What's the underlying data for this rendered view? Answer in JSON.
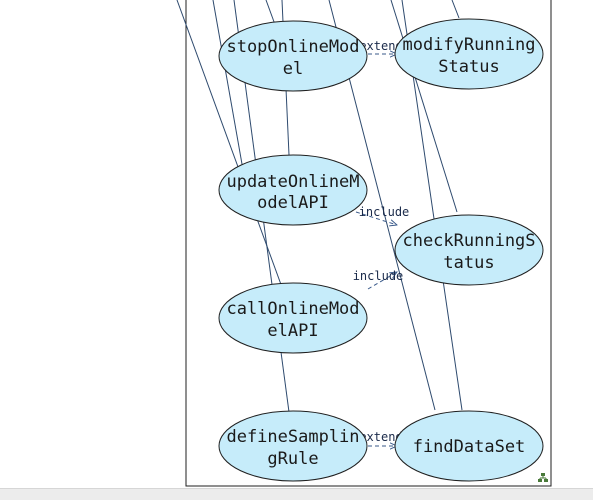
{
  "use_cases": [
    {
      "id": "stopOnlineModel",
      "lines": [
        "stopOnlineMod",
        "el"
      ]
    },
    {
      "id": "modifyRunningStatus",
      "lines": [
        "modifyRunning",
        "Status"
      ]
    },
    {
      "id": "updateOnlineModelAPI",
      "lines": [
        "updateOnlineM",
        "odelAPI"
      ]
    },
    {
      "id": "checkRunningStatus",
      "lines": [
        "checkRunningS",
        "tatus"
      ]
    },
    {
      "id": "callOnlineModelAPI",
      "lines": [
        "callOnlineMod",
        "elAPI"
      ]
    },
    {
      "id": "defineSamplingRule",
      "lines": [
        "defineSamplin",
        "gRule"
      ]
    },
    {
      "id": "findDataSet",
      "lines": [
        "findDataSet"
      ]
    }
  ],
  "relations": [
    {
      "from": "stopOnlineModel",
      "to": "modifyRunningStatus",
      "label": "extend"
    },
    {
      "from": "updateOnlineModelAPI",
      "to": "checkRunningStatus",
      "label": "include"
    },
    {
      "from": "callOnlineModelAPI",
      "to": "checkRunningStatus",
      "label": "include"
    },
    {
      "from": "defineSamplingRule",
      "to": "findDataSet",
      "label": "extend"
    }
  ],
  "colors": {
    "usecase_fill": "#c6ecfa",
    "usecase_stroke": "#1f1f1f",
    "association": "#2e4a6e",
    "dependency": "#3a5a8a",
    "frame": "#1f1f1f"
  },
  "icons": {
    "corner": "diagram-layout-icon"
  }
}
